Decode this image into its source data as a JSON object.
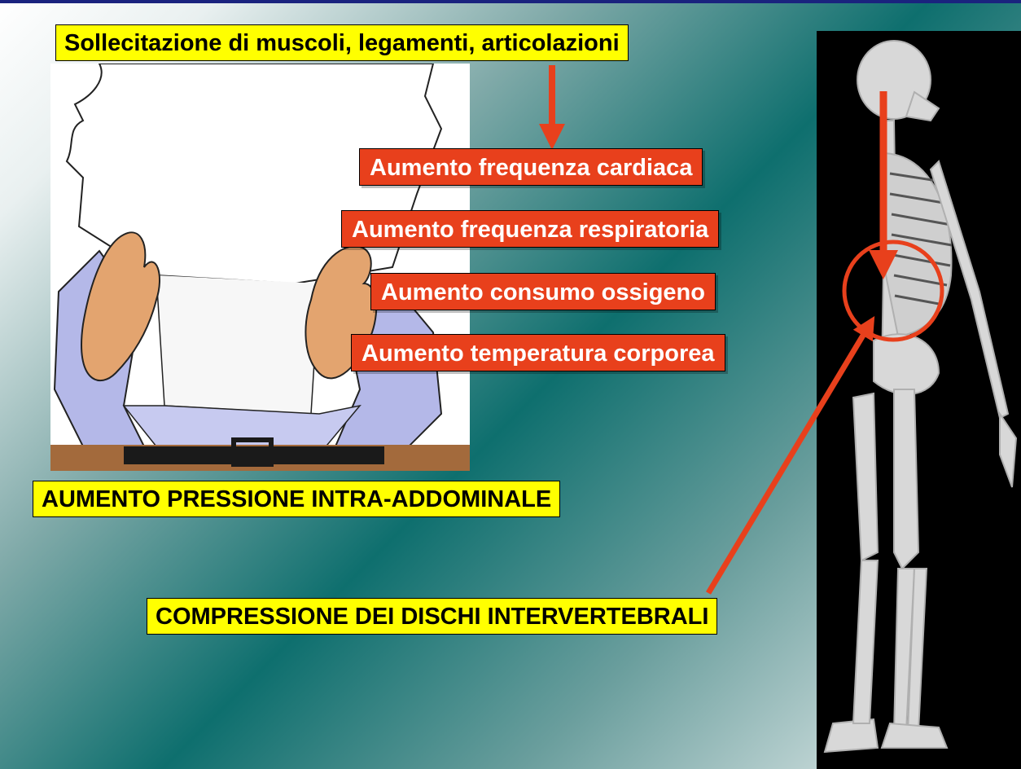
{
  "colors": {
    "accent_red": "#e8401c",
    "label_yellow": "#ffff00",
    "background_teal": "#0e6f6e"
  },
  "labels": {
    "top_cause": "Sollecitazione di muscoli, legamenti, articolazioni",
    "effects": [
      "Aumento frequenza cardiaca",
      "Aumento frequenza respiratoria",
      "Aumento consumo ossigeno",
      "Aumento temperatura corporea"
    ],
    "intra_abdominal": "AUMENTO PRESSIONE INTRA-ADDOMINALE",
    "disc_compression": "COMPRESSIONE DEI DISCHI INTERVERTEBRALI"
  }
}
